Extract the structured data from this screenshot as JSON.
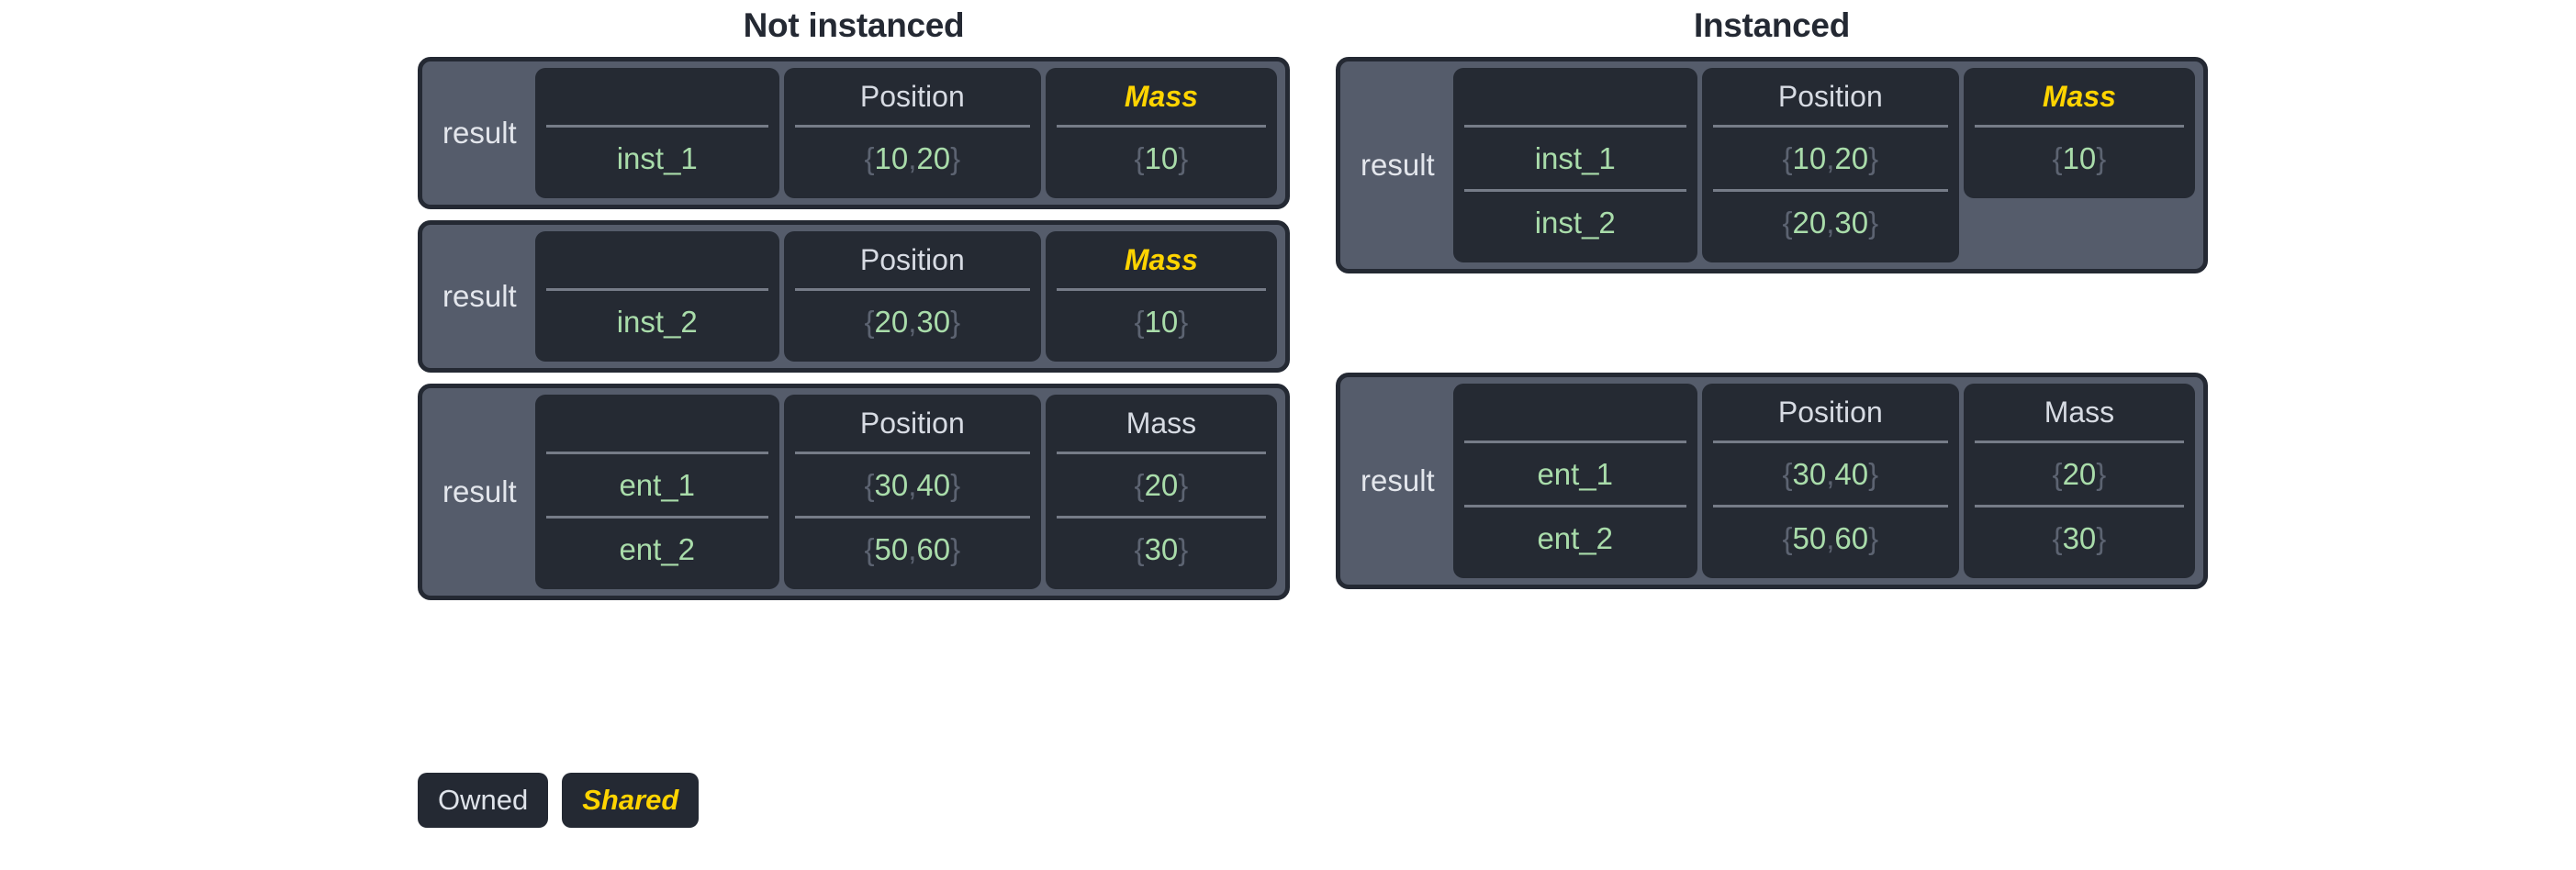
{
  "figure": {
    "title_left": "Not instanced",
    "title_right": "Instanced"
  },
  "labels": {
    "result": "result",
    "name_header": "",
    "position_header": "Position",
    "mass_header": "Mass"
  },
  "colors": {
    "page_background": "#ffffff",
    "box_fill": "#555c6b",
    "box_border": "#242933",
    "column_fill": "#252a33",
    "header_text": "#d7dbe3",
    "value_text": "#a9dcaa",
    "brace_text": "#5c6371",
    "shared_accent": "#ffd400",
    "divider": "#767c88",
    "title_text": "#242933"
  },
  "legend": {
    "items": [
      {
        "label": "Owned",
        "style": "owned"
      },
      {
        "label": "Shared",
        "style": "shared"
      }
    ]
  },
  "not_instanced": {
    "boxes": [
      {
        "label": "result",
        "columns": [
          {
            "header": "",
            "shared": false,
            "cells": [
              "inst_1"
            ]
          },
          {
            "header": "Position",
            "shared": false,
            "cells": [
              "{10, 20}"
            ]
          },
          {
            "header": "Mass",
            "shared": true,
            "cells": [
              "{10}"
            ]
          }
        ]
      },
      {
        "label": "result",
        "columns": [
          {
            "header": "",
            "shared": false,
            "cells": [
              "inst_2"
            ]
          },
          {
            "header": "Position",
            "shared": false,
            "cells": [
              "{20, 30}"
            ]
          },
          {
            "header": "Mass",
            "shared": true,
            "cells": [
              "{10}"
            ]
          }
        ]
      },
      {
        "label": "result",
        "columns": [
          {
            "header": "",
            "shared": false,
            "cells": [
              "ent_1",
              "ent_2"
            ]
          },
          {
            "header": "Position",
            "shared": false,
            "cells": [
              "{30, 40}",
              "{50, 60}"
            ]
          },
          {
            "header": "Mass",
            "shared": false,
            "cells": [
              "{20}",
              "{30}"
            ]
          }
        ]
      }
    ]
  },
  "instanced": {
    "boxes": [
      {
        "label": "result",
        "columns": [
          {
            "header": "",
            "shared": false,
            "cells": [
              "inst_1",
              "inst_2"
            ]
          },
          {
            "header": "Position",
            "shared": false,
            "cells": [
              "{10, 20}",
              "{20, 30}"
            ]
          },
          {
            "header": "Mass",
            "shared": true,
            "cells": [
              "{10}"
            ]
          }
        ]
      },
      {
        "label": "result",
        "columns": [
          {
            "header": "",
            "shared": false,
            "cells": [
              "ent_1",
              "ent_2"
            ]
          },
          {
            "header": "Position",
            "shared": false,
            "cells": [
              "{30, 40}",
              "{50, 60}"
            ]
          },
          {
            "header": "Mass",
            "shared": false,
            "cells": [
              "{20}",
              "{30}"
            ]
          }
        ]
      }
    ]
  }
}
